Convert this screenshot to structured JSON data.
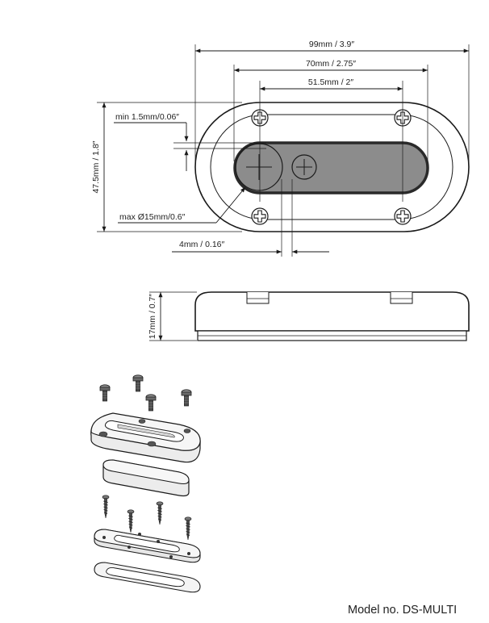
{
  "dimensions": {
    "overall_width": "99mm / 3.9″",
    "hole_spacing": "70mm / 2.75″",
    "window_length": "51.5mm / 2″",
    "overall_height": "47.5mm / 1.8″",
    "min_thickness": "min 1.5mm/0.06″",
    "max_diameter": "max Ø15mm/0.6″",
    "offset": "4mm / 0.16″",
    "side_height": "17mm / 0.7″"
  },
  "model_label": "Model no. DS-MULTI",
  "colors": {
    "line": "#1a1a1a",
    "window_fill": "#8c8c8c",
    "window_border": "#2a2a2a",
    "part_fill": "#ececec",
    "screw_fill": "#5a5a5a"
  }
}
